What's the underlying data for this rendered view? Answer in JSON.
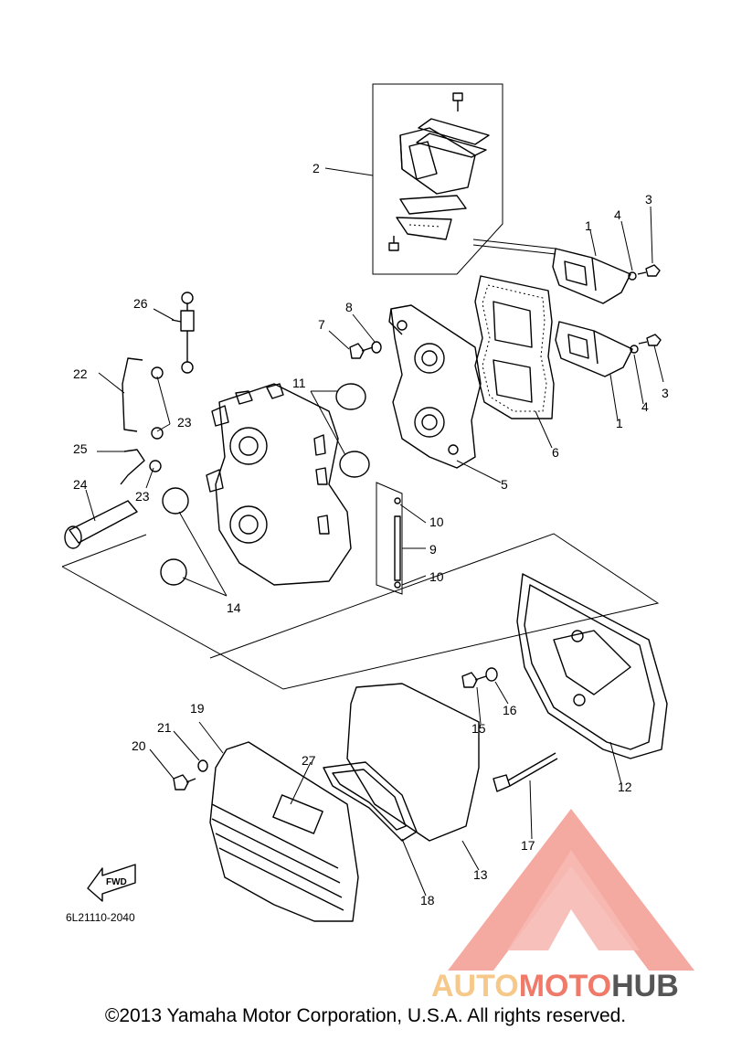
{
  "diagram_code": "6L21110-2040",
  "fwd_label": "FWD",
  "copyright": "©2013 Yamaha Motor Corporation, U.S.A. All rights reserved.",
  "watermark": {
    "part1": "AUTO",
    "part2": "MOTO",
    "part3": "HUB",
    "colors": {
      "auto": "#f6c98a",
      "moto": "#f07a6a",
      "hub": "#555555",
      "triangle": "#f29a90"
    }
  },
  "callouts": {
    "c1a": "1",
    "c1b": "1",
    "c2": "2",
    "c3a": "3",
    "c3b": "3",
    "c4a": "4",
    "c4b": "4",
    "c5": "5",
    "c6": "6",
    "c7": "7",
    "c8": "8",
    "c9": "9",
    "c10a": "10",
    "c10b": "10",
    "c11": "11",
    "c12": "12",
    "c13": "13",
    "c14": "14",
    "c15": "15",
    "c16": "16",
    "c17": "17",
    "c18": "18",
    "c19": "19",
    "c20": "20",
    "c21": "21",
    "c22": "22",
    "c23a": "23",
    "c23b": "23",
    "c24": "24",
    "c25": "25",
    "c26": "26",
    "c27": "27"
  }
}
